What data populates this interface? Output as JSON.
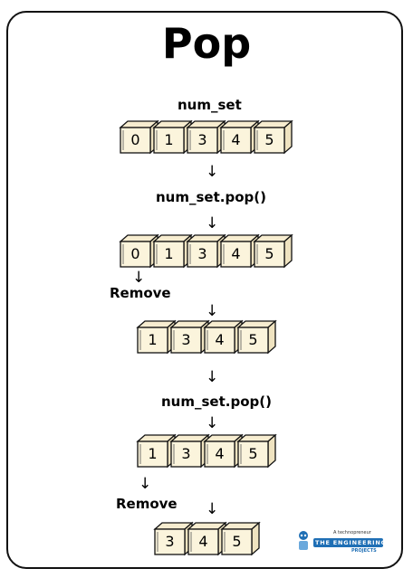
{
  "title": "Pop",
  "steps": {
    "initial_label": "num_set",
    "pop_label_1": "num_set.pop()",
    "remove_label_1": "Remove",
    "pop_label_2": "num_set.pop()",
    "remove_label_2": "Remove"
  },
  "rows": {
    "row1": [
      "0",
      "1",
      "3",
      "4",
      "5"
    ],
    "row2": [
      "0",
      "1",
      "3",
      "4",
      "5"
    ],
    "row3": [
      "1",
      "3",
      "4",
      "5"
    ],
    "row4": [
      "1",
      "3",
      "4",
      "5"
    ],
    "row5": [
      "3",
      "4",
      "5"
    ]
  },
  "arrow_glyph": "↓",
  "cube_colors": {
    "front": "#fbf4dc",
    "side": "#efe3c0",
    "top": "#f7edd0",
    "stroke": "#111111"
  },
  "logo": {
    "tagline": "A technopreneur",
    "name": "THE ENGINEERING",
    "sub": "PROJECTS"
  }
}
